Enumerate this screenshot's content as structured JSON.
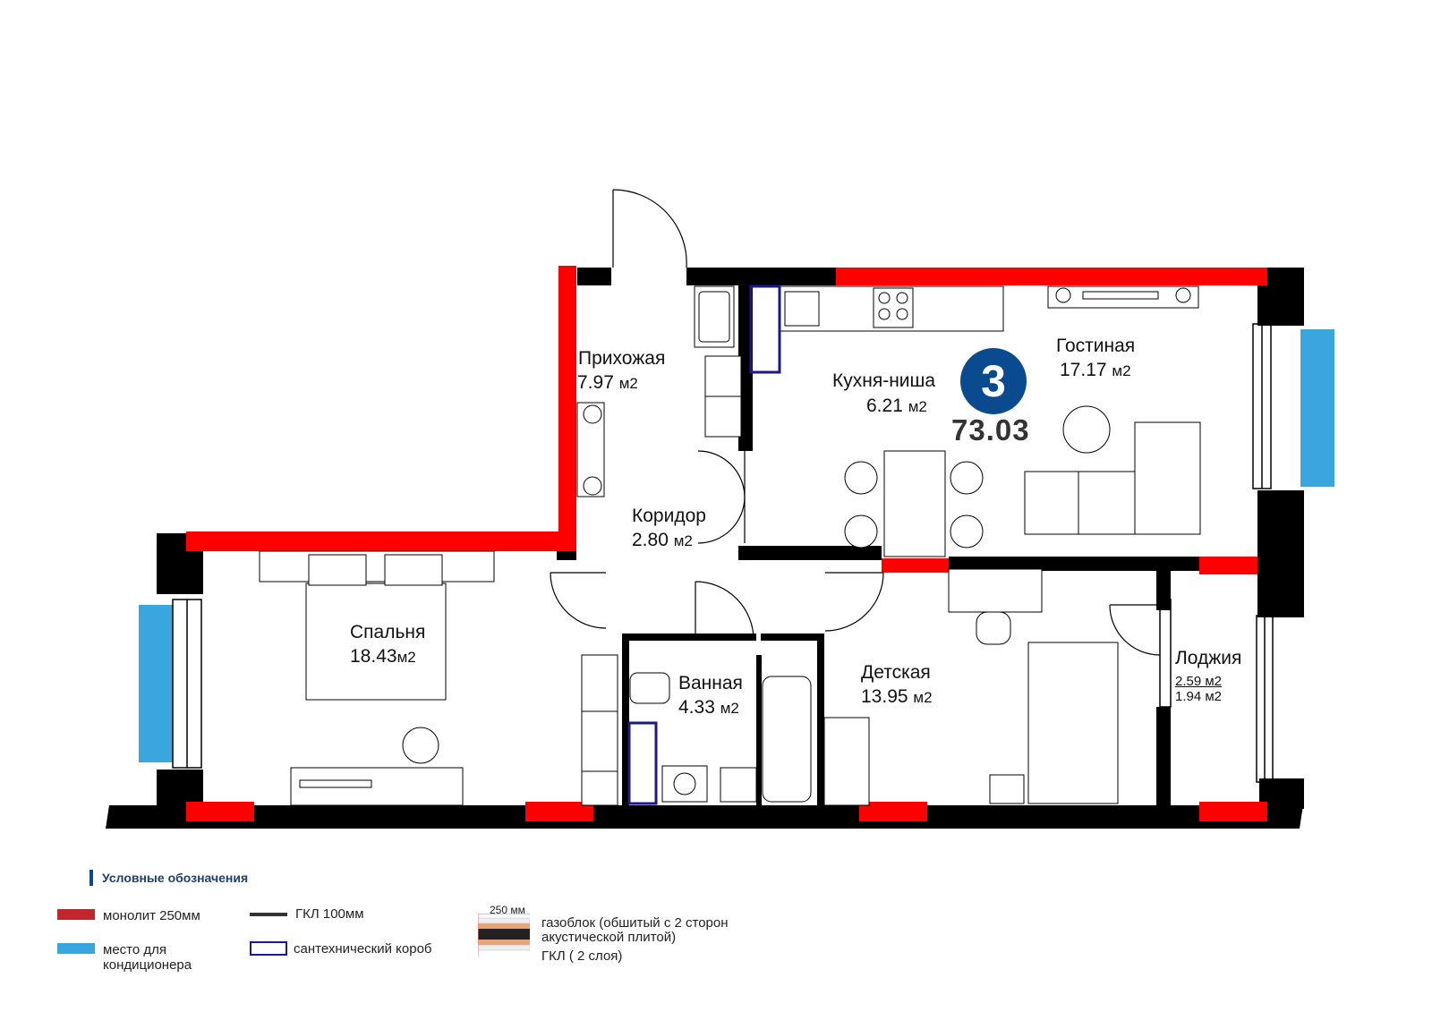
{
  "plan": {
    "rooms": [
      {
        "id": "prihozhaya",
        "name": "Прихожая",
        "area": "7.97",
        "unit": "м2"
      },
      {
        "id": "kuhnya",
        "name": "Кухня-ниша",
        "area": "6.21",
        "unit": "м2"
      },
      {
        "id": "gostinaya",
        "name": "Гостиная",
        "area": "17.17",
        "unit": "м2"
      },
      {
        "id": "koridor",
        "name": "Коридор",
        "area": "2.80",
        "unit": "м2"
      },
      {
        "id": "spalnya",
        "name": "Спальня",
        "area": "18.43",
        "unit": "м2"
      },
      {
        "id": "vannaya",
        "name": "Ванная",
        "area": "4.33",
        "unit": "м2"
      },
      {
        "id": "detskaya",
        "name": "Детская",
        "area": "13.95",
        "unit": "м2"
      },
      {
        "id": "lodzhiya",
        "name": "Лоджия",
        "area": "2.59 м2",
        "area2": "1.94 м2"
      }
    ],
    "rooms_count": "3",
    "total_area": "73.03"
  },
  "legend": {
    "title": "Условные обозначения",
    "monolith": "монолит 250мм",
    "gkl": "ГКЛ 100мм",
    "aircon": "место для кондиционера",
    "aircon_line1": "место для",
    "aircon_line2": "кондиционера",
    "sanbox": "сантехнический короб",
    "gasblock_dim": "250 мм",
    "gasblock_line1": "газоблок (обшитый с 2 сторон",
    "gasblock_line2": "акустической плитой)",
    "gasblock_line3": "ГКЛ ( 2 слоя)"
  },
  "colors": {
    "wall": "#000000",
    "monolith": "#ff0000",
    "monolith_legend": "#c0272d",
    "aircon": "#3aa6df",
    "sanbox": "#1a1a8c",
    "badge": "#0a4a8f"
  }
}
